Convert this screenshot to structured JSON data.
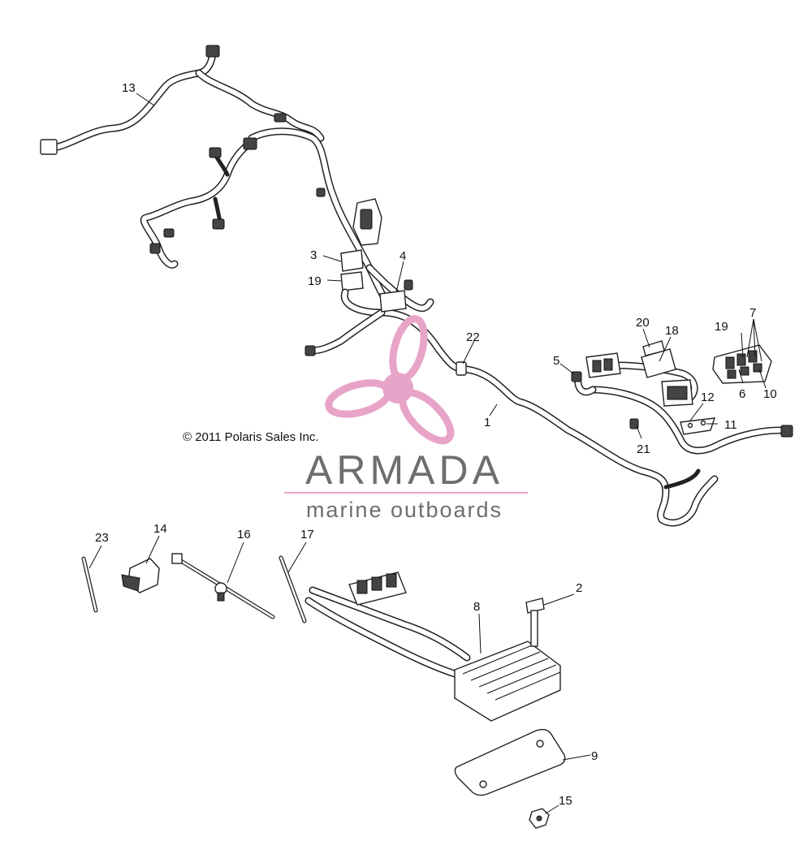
{
  "diagram": {
    "copyright": "© 2011 Polaris Sales Inc.",
    "watermark": {
      "title": "ARMADA",
      "subtitle": "marine outboards",
      "accent_color": "#e8a4c8",
      "text_color": "#6e6e6e",
      "logo_icon": "propeller-icon"
    },
    "callouts": [
      {
        "id": "c13",
        "text": "13"
      },
      {
        "id": "c3",
        "text": "3"
      },
      {
        "id": "c19a",
        "text": "19"
      },
      {
        "id": "c4",
        "text": "4"
      },
      {
        "id": "c22",
        "text": "22"
      },
      {
        "id": "c1",
        "text": "1"
      },
      {
        "id": "c5",
        "text": "5"
      },
      {
        "id": "c20",
        "text": "20"
      },
      {
        "id": "c18",
        "text": "18"
      },
      {
        "id": "c19b",
        "text": "19"
      },
      {
        "id": "c7",
        "text": "7"
      },
      {
        "id": "c6",
        "text": "6"
      },
      {
        "id": "c10",
        "text": "10"
      },
      {
        "id": "c12",
        "text": "12"
      },
      {
        "id": "c11",
        "text": "11"
      },
      {
        "id": "c21",
        "text": "21"
      },
      {
        "id": "c23",
        "text": "23"
      },
      {
        "id": "c14",
        "text": "14"
      },
      {
        "id": "c16",
        "text": "16"
      },
      {
        "id": "c17",
        "text": "17"
      },
      {
        "id": "c2",
        "text": "2"
      },
      {
        "id": "c8",
        "text": "8"
      },
      {
        "id": "c9",
        "text": "9"
      },
      {
        "id": "c15",
        "text": "15"
      }
    ]
  }
}
